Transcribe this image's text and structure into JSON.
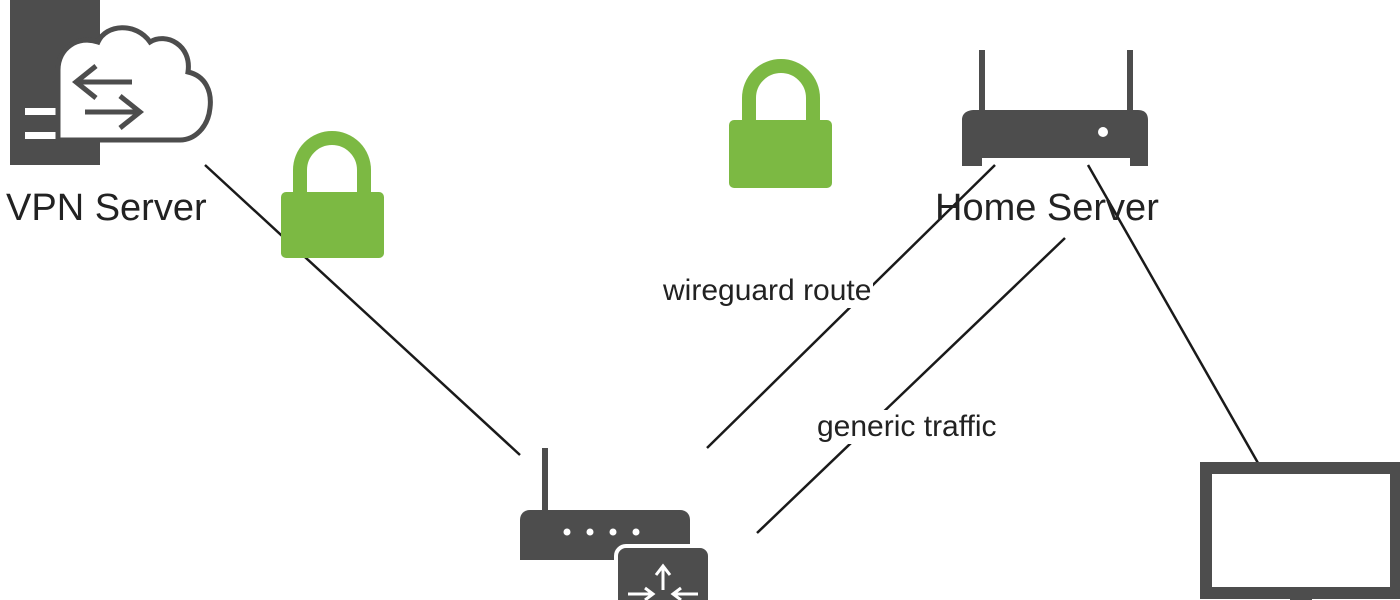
{
  "colors": {
    "icon": "#4d4d4d",
    "lock": "#7cb943",
    "line": "#1a1a1a",
    "background": "#ffffff"
  },
  "nodes": {
    "vpn_server": {
      "label": "VPN Server",
      "icon": "server-cloud-icon"
    },
    "home_server": {
      "label": "Home Server",
      "icon": "router-icon"
    },
    "client_router": {
      "icon": "router-with-switch-icon"
    },
    "monitor": {
      "icon": "monitor-icon"
    }
  },
  "edges": {
    "wireguard": {
      "label": "wireguard route"
    },
    "generic": {
      "label": "generic traffic"
    }
  },
  "locks": [
    {
      "icon": "lock-icon"
    },
    {
      "icon": "lock-icon"
    }
  ]
}
